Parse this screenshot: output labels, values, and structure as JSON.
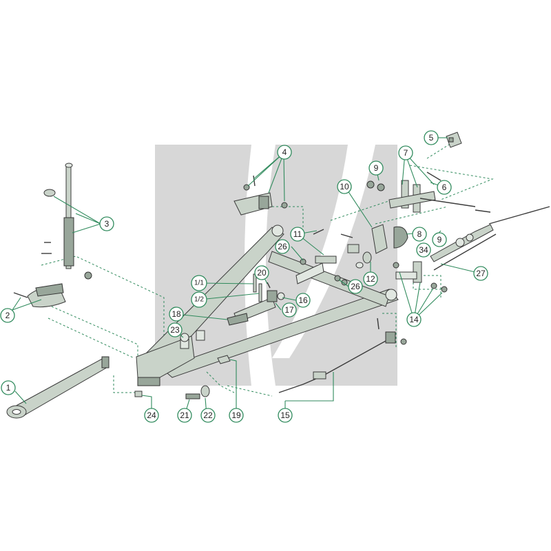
{
  "watermark": {
    "color": "#d6d6d6"
  },
  "colors": {
    "callout": "#2f8a5c",
    "part": "#c9d3c9",
    "part_dark": "#98a69a",
    "outline": "#3b3b3b"
  },
  "callouts": {
    "c1": "1",
    "c2": "2",
    "c3": "3",
    "c4": "4",
    "c5": "5",
    "c6": "6",
    "c7": "7",
    "c8": "8",
    "c9a": "9",
    "c9b": "9",
    "c10": "10",
    "c11": "11",
    "c12": "12",
    "c14": "14",
    "c15": "15",
    "c16": "16",
    "c17": "17",
    "c18": "18",
    "c19": "19",
    "c20": "20",
    "c21": "21",
    "c22": "22",
    "c23": "23",
    "c24": "24",
    "c26a": "26",
    "c26b": "26",
    "c27": "27",
    "c34": "34",
    "c1_1": "1/1",
    "c1_2": "1/2"
  },
  "icons": {
    "watermark": "watermark-icon",
    "frame": "drawbar-frame-icon",
    "hitch": "hitch-eye-icon"
  }
}
